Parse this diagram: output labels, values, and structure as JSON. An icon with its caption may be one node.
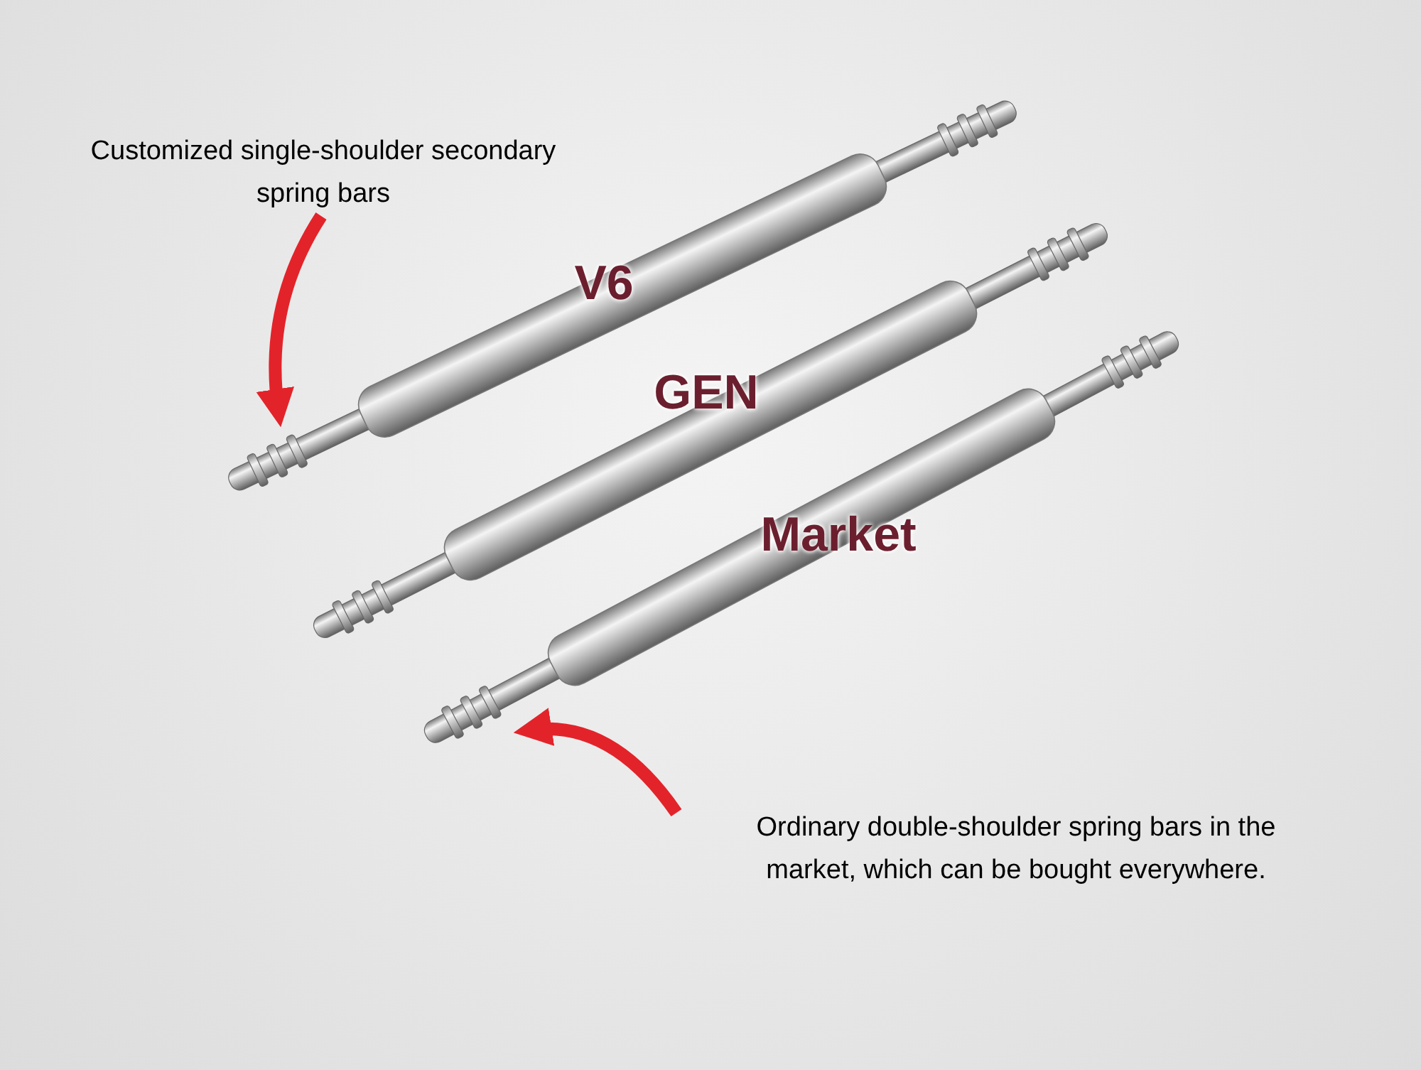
{
  "diagram": {
    "nodes": [
      {
        "text": [
          "Customized single-shoulder secondary spring bars"
        ]
      },
      {
        "text": [],
        "shape": "picture"
      },
      {
        "text": [],
        "shape": "picture"
      },
      {
        "text": [],
        "shape": "picture"
      },
      {
        "text": [
          "Ordinary double-shoulder spring bars in the market, which can be bought everywhere."
        ]
      }
    ],
    "edges": [
      {
        "from": 0,
        "to": 1,
        "arrow": "to"
      },
      {
        "from": 4,
        "to": 3,
        "arrow": "to"
      }
    ],
    "labels": [
      "V6",
      "GEN",
      "Market"
    ]
  }
}
